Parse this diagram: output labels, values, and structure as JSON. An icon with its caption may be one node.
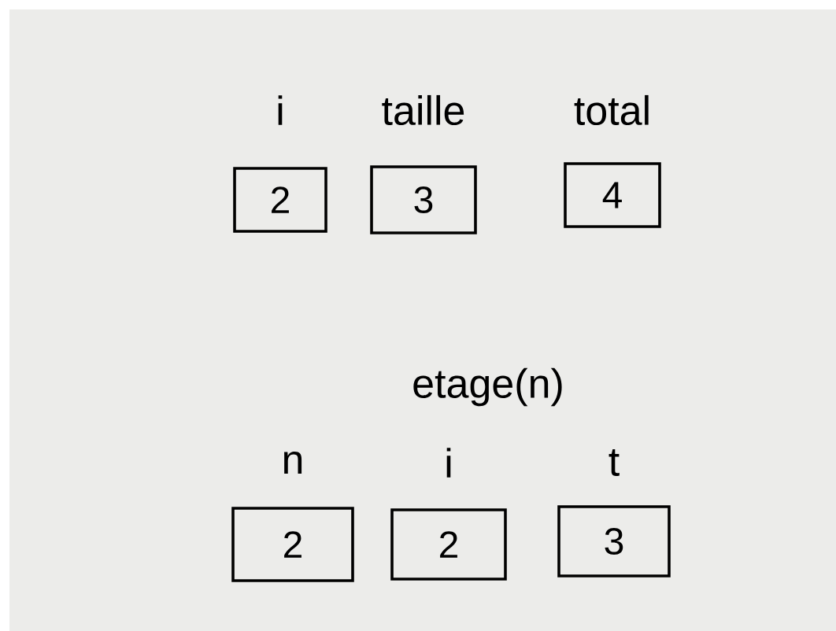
{
  "diagram": {
    "nodes": [
      {
        "text": [
          "i",
          "2"
        ]
      },
      {
        "text": [
          "taille",
          "3"
        ]
      },
      {
        "text": [
          "total",
          "4"
        ]
      },
      {
        "text": [
          "n",
          "2"
        ]
      },
      {
        "text": [
          "i",
          "2"
        ]
      },
      {
        "text": [
          "t",
          "3"
        ]
      }
    ],
    "labels": [
      "etage(n)"
    ]
  }
}
